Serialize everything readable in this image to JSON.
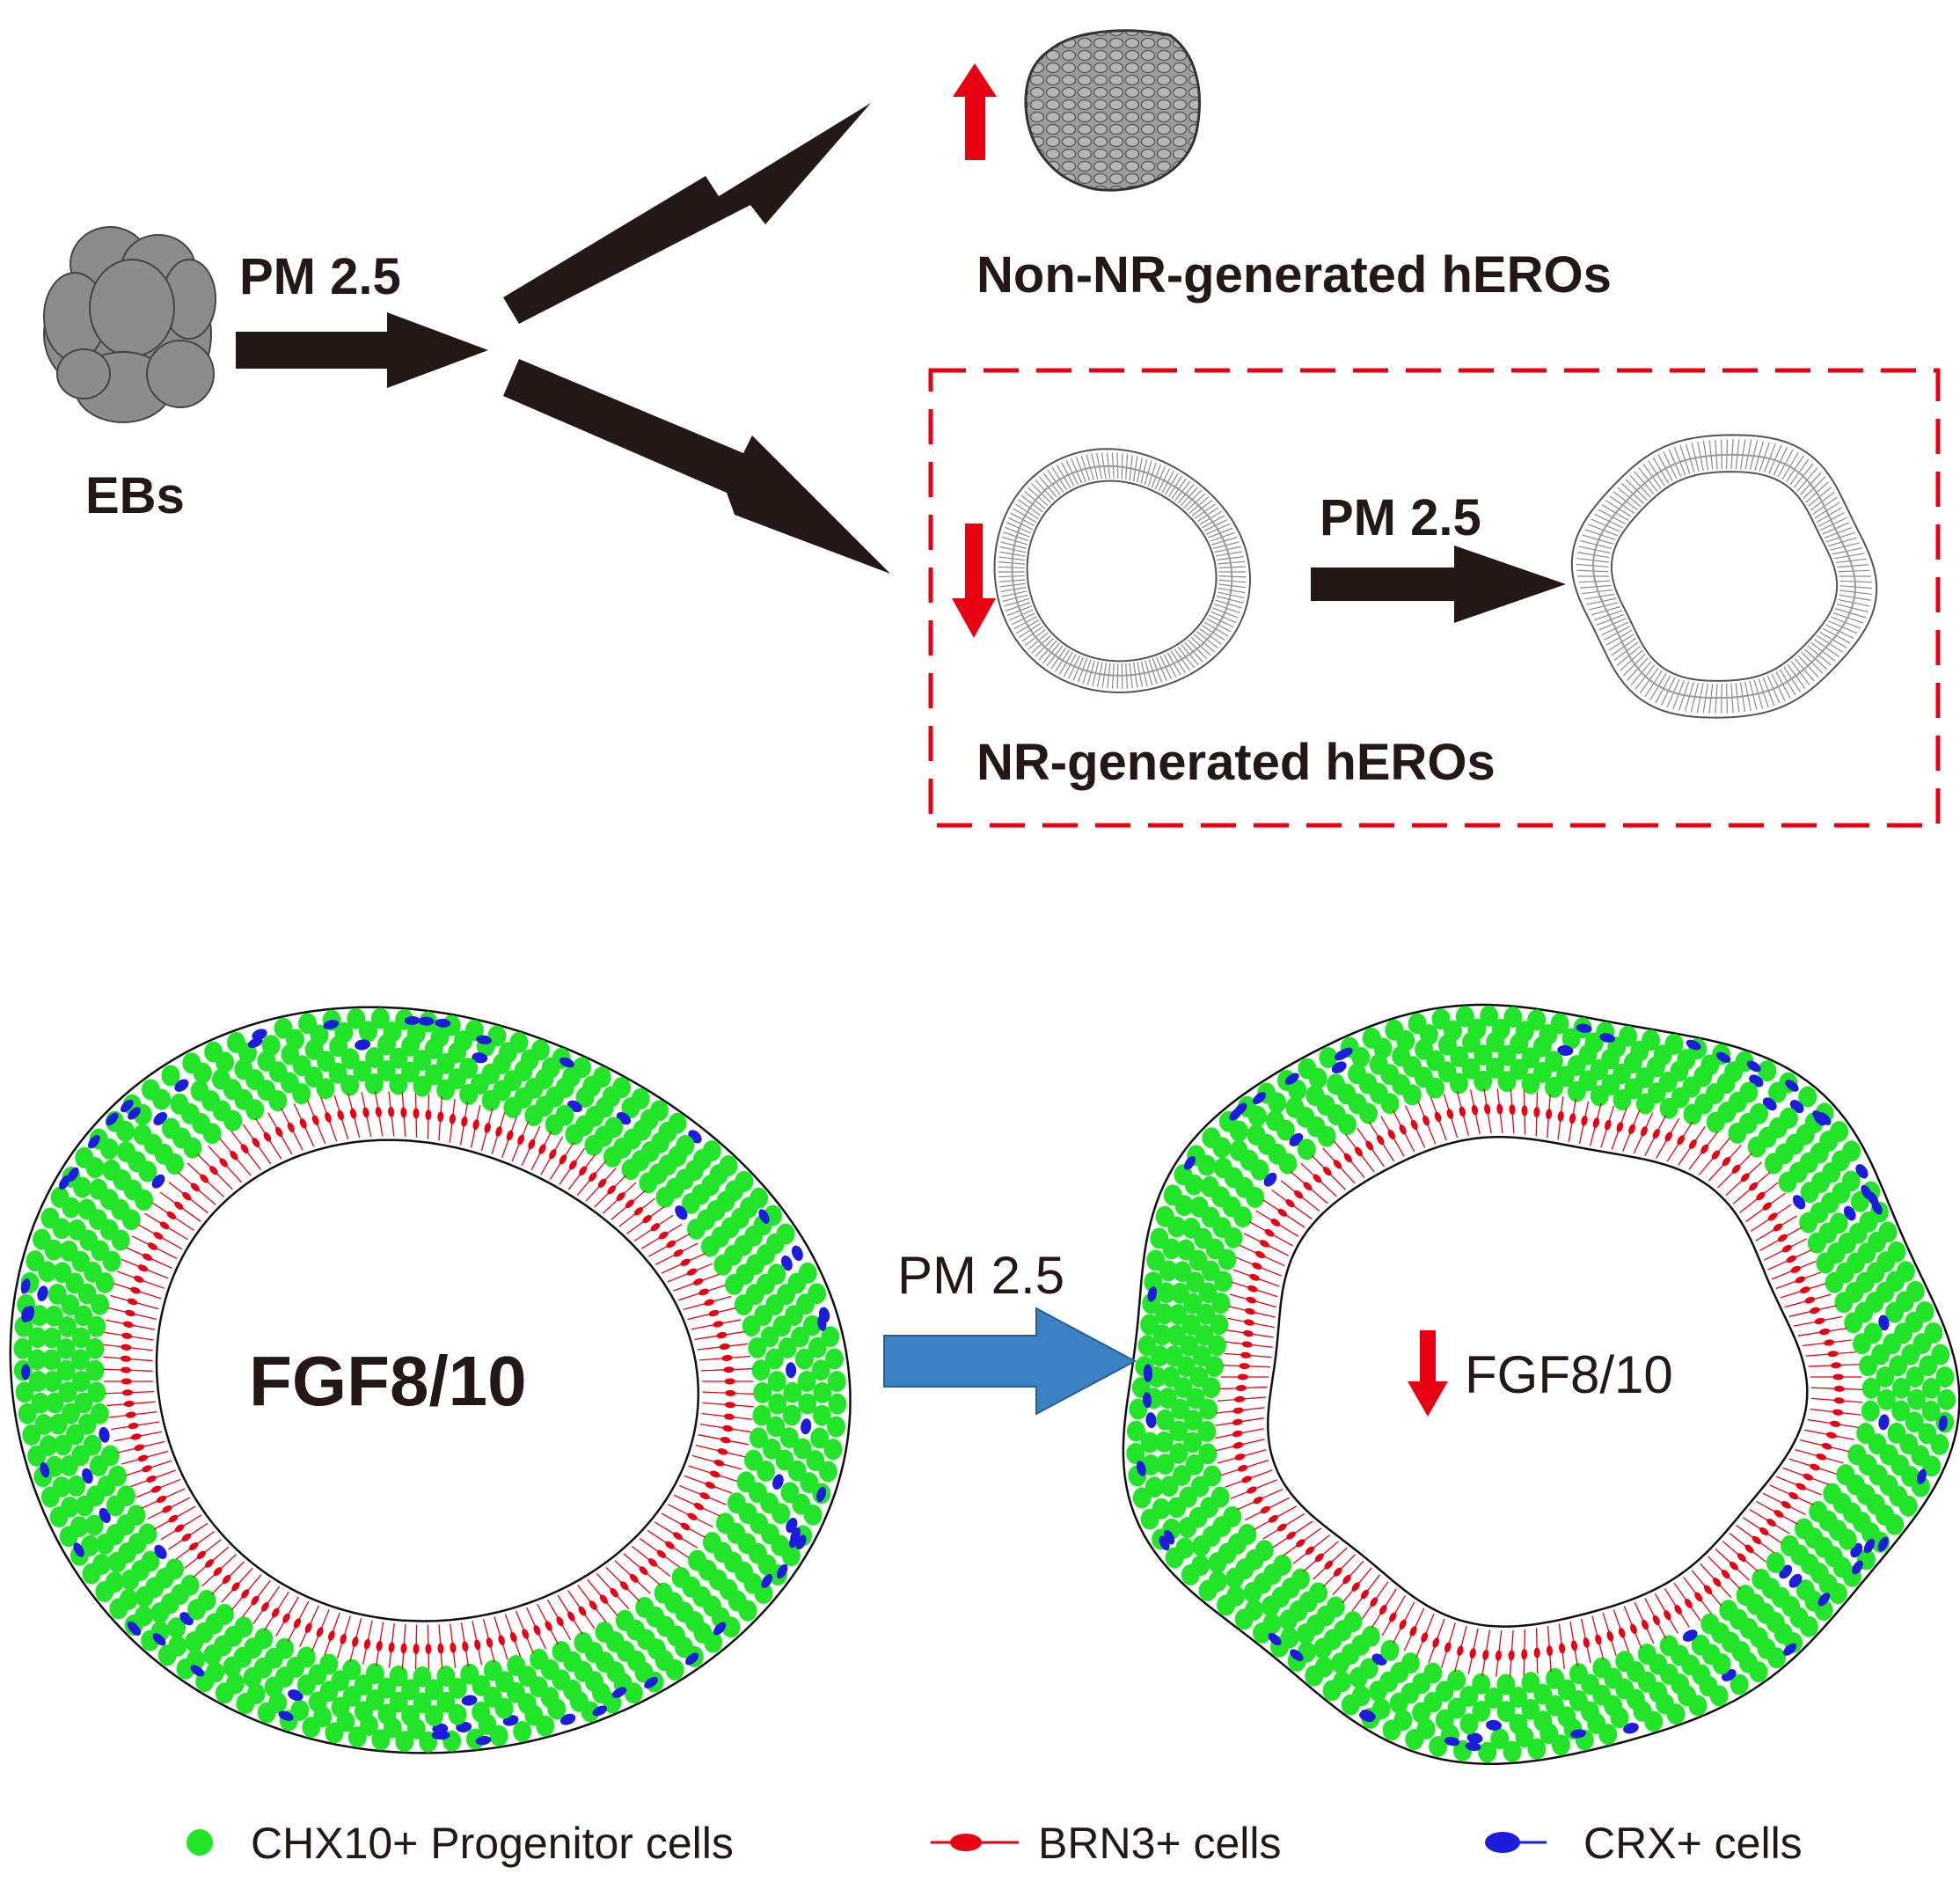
{
  "top": {
    "eb_label": "EBs",
    "pm_label_1": "PM 2.5",
    "non_nr_label": "Non-NR-generated hEROs",
    "nr_label": "NR-generated hEROs",
    "pm_label_2": "PM  2.5"
  },
  "bottom": {
    "left_marker": "FGF8/10",
    "pm_label": "PM 2.5",
    "right_marker": "FGF8/10"
  },
  "legend": {
    "chx10": "CHX10+ Progenitor cells",
    "brn3": "BRN3+  cells",
    "crx": "CRX+  cells"
  },
  "colors": {
    "arrow_dark": "#231815",
    "red": "#e60012",
    "green": "#22e52a",
    "blue": "#1c1cdc",
    "blue_arrow": "#3b82c4",
    "grey_cell": "#8f8f8f"
  }
}
